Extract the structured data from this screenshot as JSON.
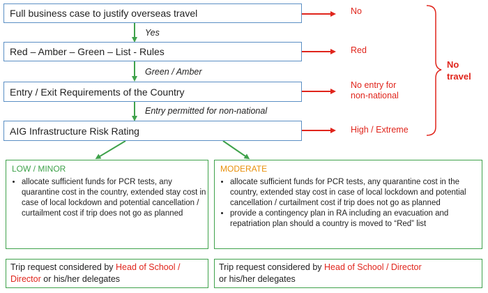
{
  "steps": {
    "s1": "Full business case to justify overseas travel",
    "s2": "Red – Amber – Green – List - Rules",
    "s3": "Entry / Exit Requirements of the Country",
    "s4": "AIG Infrastructure Risk Rating"
  },
  "connectors": {
    "c1": "Yes",
    "c2": "Green / Amber",
    "c3": "Entry permitted for non-national"
  },
  "outcomes": {
    "o1": "No",
    "o2": "Red",
    "o3a": "No entry for",
    "o3b": "non-national",
    "o4": "High / Extreme"
  },
  "no_travel": {
    "line1": "No",
    "line2": "travel"
  },
  "low": {
    "title": "LOW / MINOR",
    "bullets": [
      "allocate sufficient funds for PCR tests, any quarantine cost in the country, extended stay cost in case of local lockdown and potential cancellation / curtailment cost if trip does not go as planned"
    ],
    "request_prefix": "Trip request considered by ",
    "request_highlight_1": "Head of School /",
    "request_highlight_2": "Director",
    "request_suffix": " or his/her delegates"
  },
  "moderate": {
    "title": "MODERATE",
    "bullets": [
      "allocate sufficient funds for PCR tests, any quarantine cost in the country, extended stay cost in case of local lockdown and potential cancellation / curtailment cost if trip does not go as planned",
      "provide a contingency plan in RA including an evacuation and repatriation plan should a country is moved to “Red” list"
    ],
    "request_prefix": "Trip request considered by ",
    "request_highlight_1": "Head of School / Director",
    "request_suffix": "or his/her delegates"
  },
  "colors": {
    "step_border": "#5b8fc4",
    "green": "#3fa24b",
    "red": "#e0251c",
    "orange": "#e8900a"
  }
}
